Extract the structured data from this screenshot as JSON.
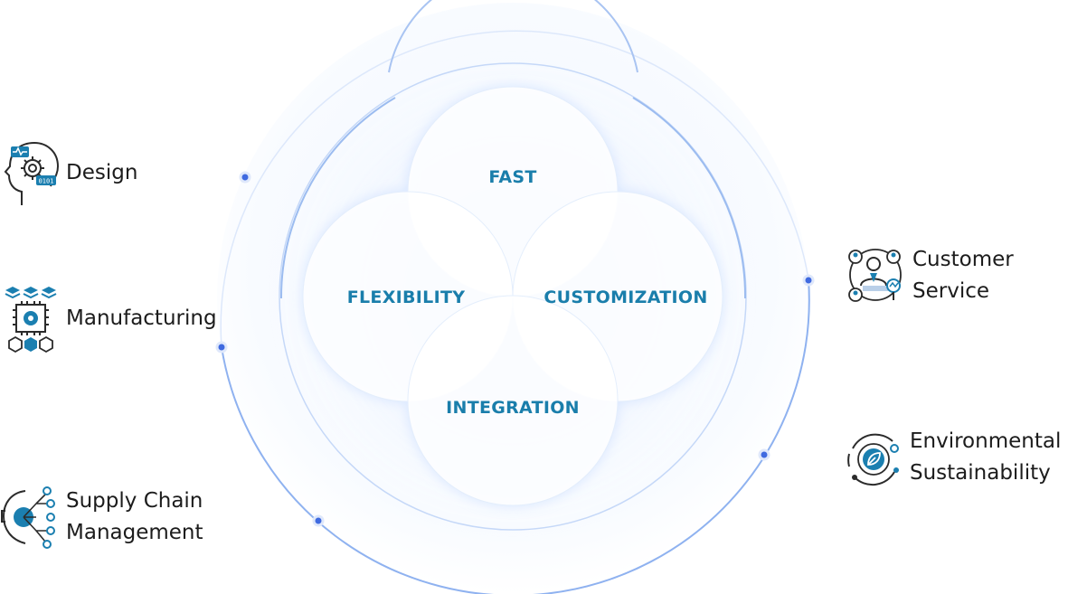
{
  "pillars": {
    "fast": "FAST",
    "flexibility": "FLEXIBILITY",
    "customization": "CUSTOMIZATION",
    "integration": "INTEGRATION"
  },
  "left_items": [
    {
      "line1": "Design",
      "line2": "",
      "icon": "head-gear-icon"
    },
    {
      "line1": "Manufacturing",
      "line2": "",
      "icon": "chip-gear-icon"
    },
    {
      "line1": "Supply Chain",
      "line2": "Management",
      "icon": "gear-network-icon"
    }
  ],
  "right_items": [
    {
      "line1": "Customer",
      "line2": "Service",
      "icon": "agent-network-icon"
    },
    {
      "line1": "Environmental",
      "line2": "Sustainability",
      "icon": "leaf-cycle-icon"
    }
  ],
  "colors": {
    "pillar_text": "#1a7eab",
    "ring": "#7fa8ee",
    "dot": "#3f6ae0",
    "icon_dark": "#2b2b2b",
    "icon_blue": "#1b7fb0",
    "label_text": "#1c1c1c"
  }
}
